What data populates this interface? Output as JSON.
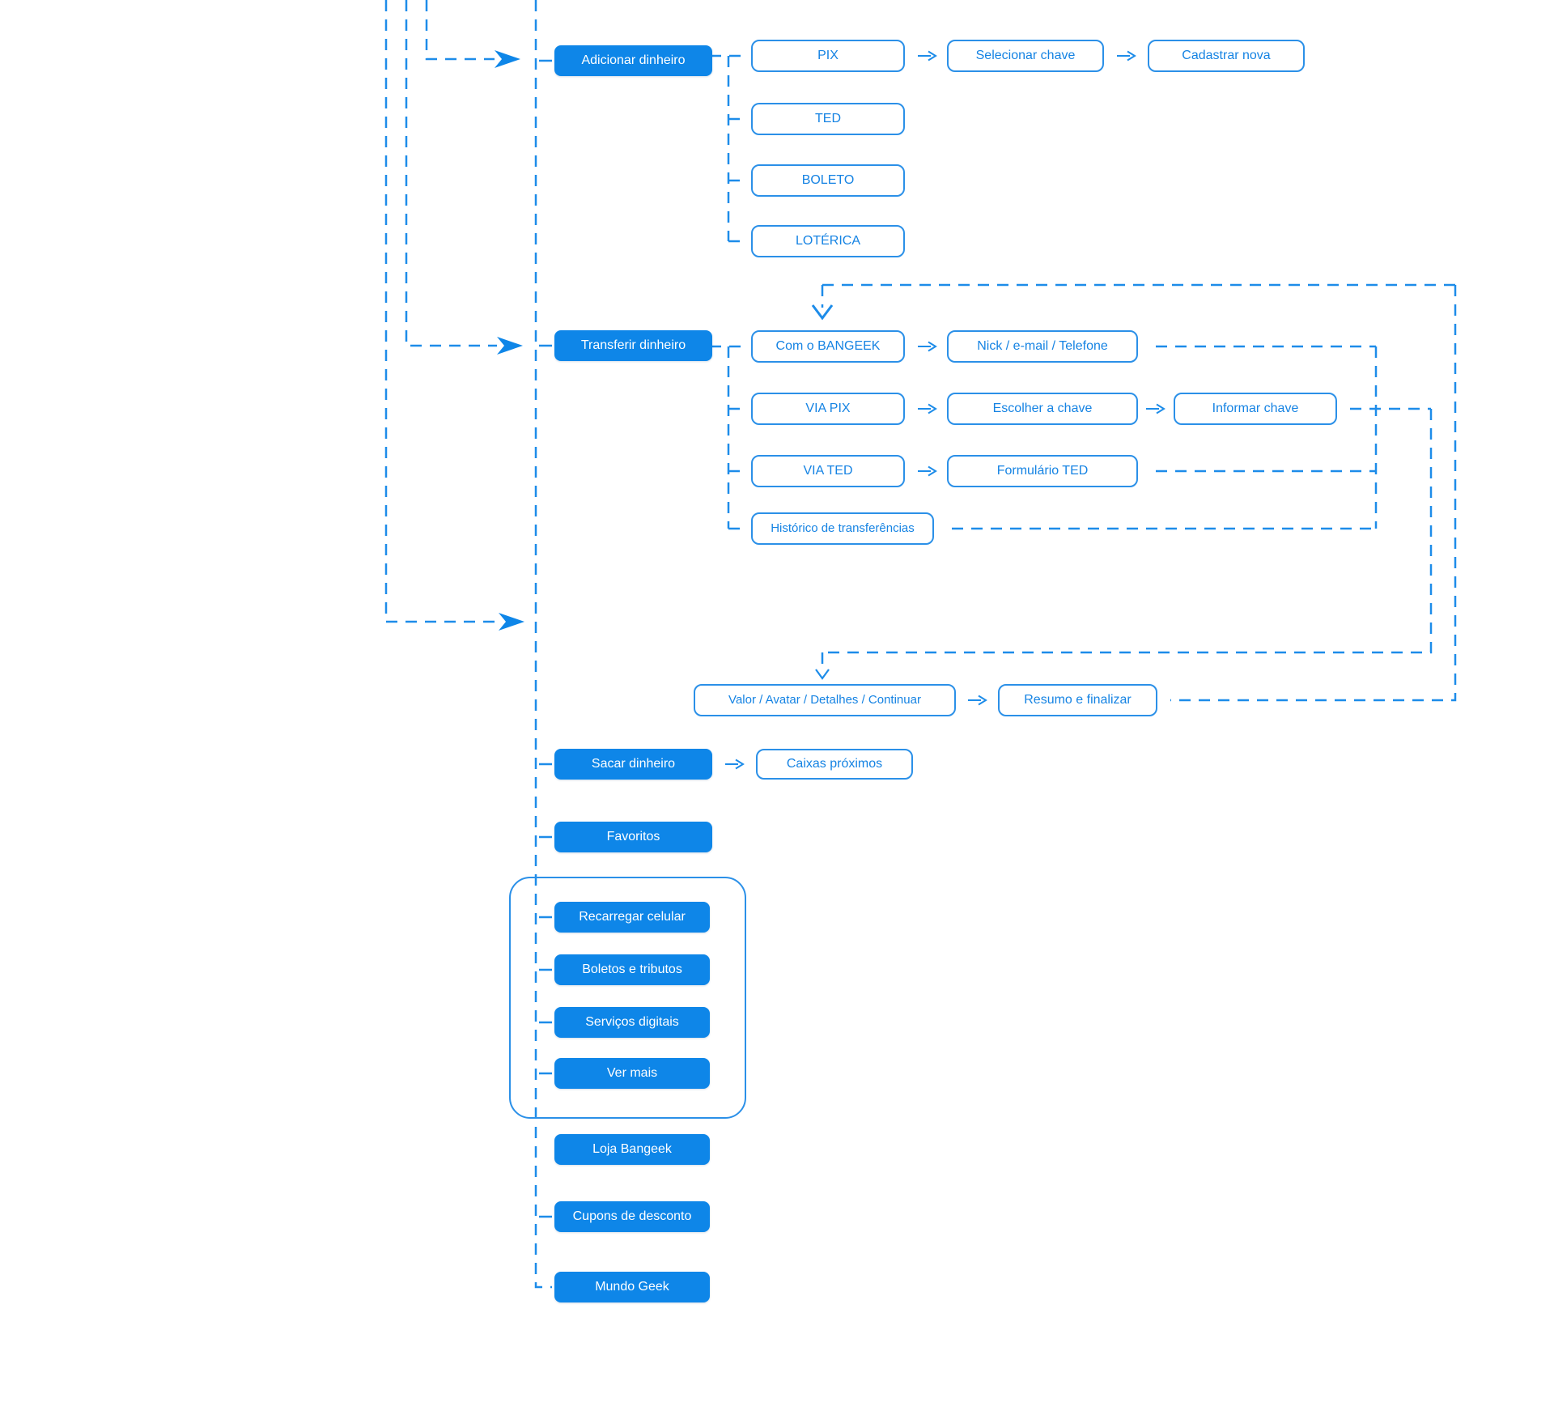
{
  "diagram": {
    "accent_color": "#0e86e8",
    "outline_color": "#2b90e8",
    "box_text_color": "#1583e3",
    "background_color": "#ffffff",
    "flows": {
      "adicionar_dinheiro": {
        "button": "Adicionar dinheiro",
        "pix": "PIX",
        "selecionar_chave": "Selecionar chave",
        "cadastrar_nova": "Cadastrar nova",
        "ted": "TED",
        "boleto": "BOLETO",
        "loterica": "LOTÉRICA"
      },
      "transferir_dinheiro": {
        "button": "Transferir dinheiro",
        "com_o_bangeek": "Com o BANGEEK",
        "nick_email_telefone": "Nick / e-mail / Telefone",
        "via_pix": "VIA PIX",
        "escolher_a_chave": "Escolher a chave",
        "informar_chave": "Informar chave",
        "via_ted": "VIA TED",
        "formulario_ted": "Formulário TED",
        "historico_de_transferencias": "Histórico de transferências",
        "valor_avatar_detalhes_continuar": "Valor / Avatar / Detalhes / Continuar",
        "resumo_e_finalizar": "Resumo e finalizar"
      },
      "sacar_dinheiro": {
        "button": "Sacar dinheiro",
        "caixas_proximos": "Caixas próximos"
      },
      "favoritos": {
        "button": "Favoritos"
      },
      "servicos_group": {
        "recarregar_celular": "Recarregar celular",
        "boletos_e_tributos": "Boletos e tributos",
        "servicos_digitais": "Serviços digitais",
        "ver_mais": "Ver mais"
      },
      "outros": {
        "loja_bangeek": "Loja Bangeek",
        "cupons_de_desconto": "Cupons de desconto",
        "mundo_geek": "Mundo Geek"
      }
    }
  }
}
